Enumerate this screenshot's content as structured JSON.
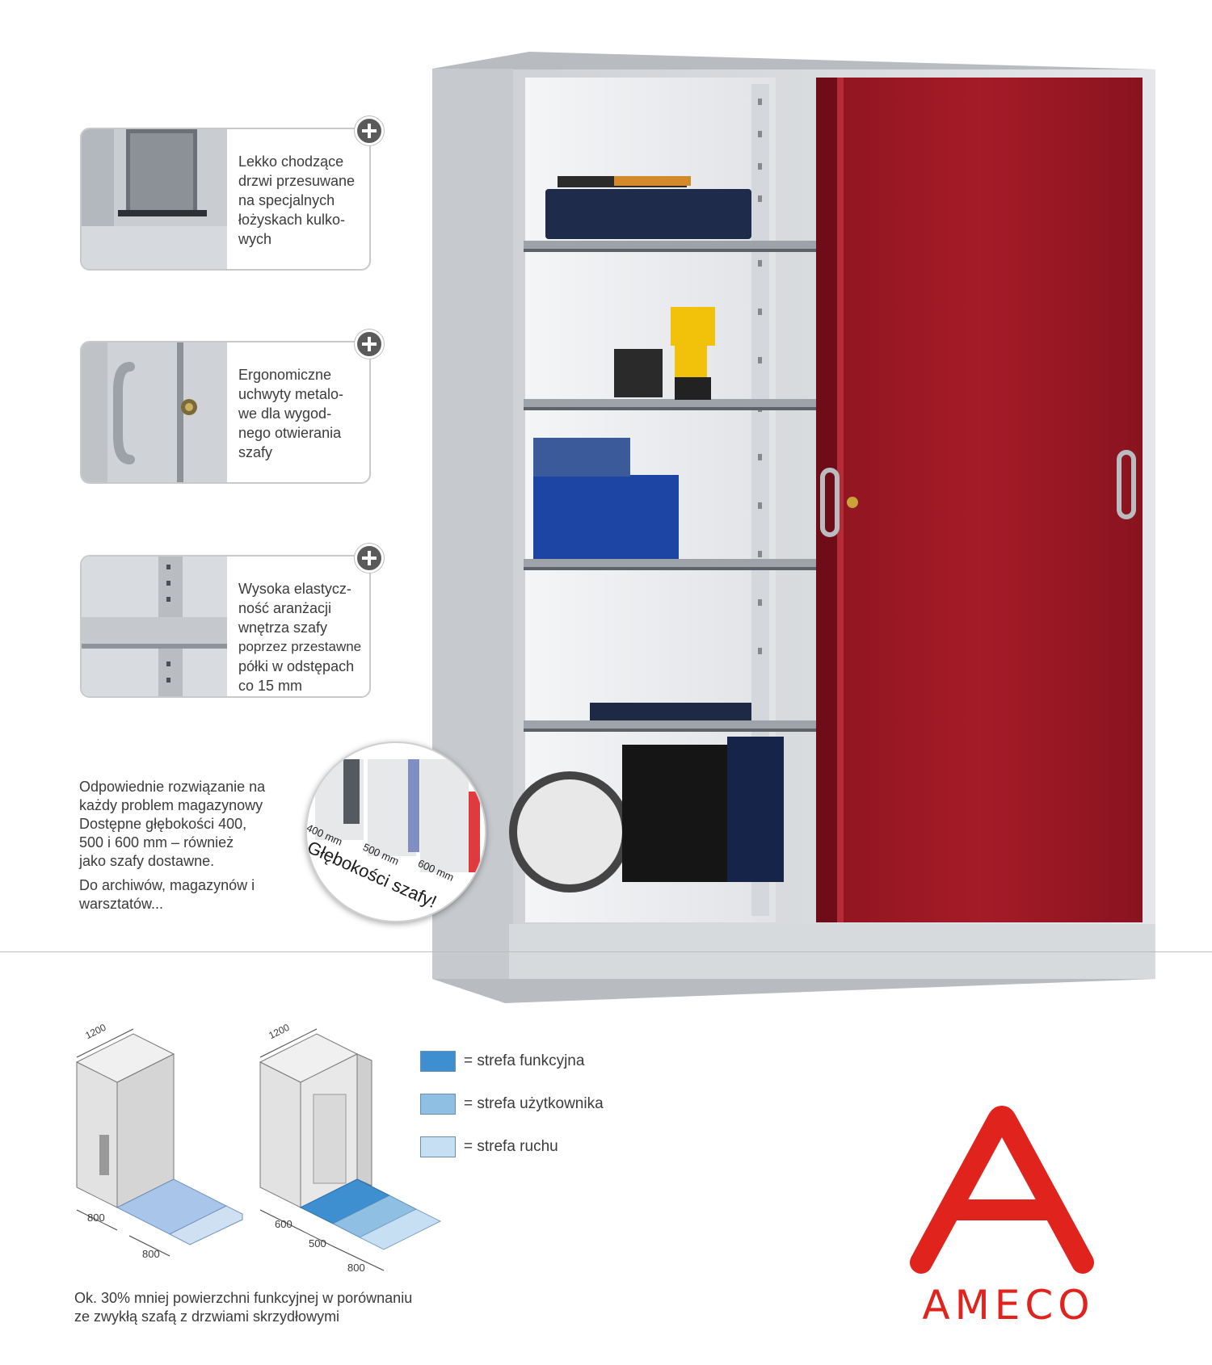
{
  "features": [
    {
      "text_lines": [
        "Lekko chodzące",
        "drzwi przesuwane",
        "na specjalnych",
        "łożyskach kulko-",
        "wych"
      ],
      "icon": "plus-icon"
    },
    {
      "text_lines": [
        "Ergonomiczne",
        "uchwyty metalo-",
        "we dla wygod-",
        "nego otwierania",
        "szafy"
      ],
      "icon": "plus-icon"
    },
    {
      "text_lines": [
        "Wysoka elastycz-",
        "ność aranżacji",
        "wnętrza szafy",
        "poprzez przestawne",
        "półki w odstępach",
        "co 15 mm"
      ],
      "icon": "plus-icon"
    }
  ],
  "intro": {
    "lines": [
      "Odpowiednie rozwiązanie na",
      "każdy problem magazynowy",
      "Dostępne głębokości 400,",
      "500 i 600 mm – również",
      "jako szafy dostawne."
    ],
    "lines2": [
      "Do archiwów, magazynów i",
      "warsztatów..."
    ]
  },
  "depth_badge": {
    "labels": [
      "400 mm",
      "500 mm",
      "600 mm"
    ],
    "title": "Głębokości szafy!"
  },
  "diagrams": {
    "left": {
      "width": "1200",
      "dims": [
        "800",
        "800"
      ]
    },
    "right": {
      "width": "1200",
      "dims": [
        "600",
        "500",
        "800"
      ]
    }
  },
  "legend": [
    {
      "label": "= strefa funkcyjna",
      "color": "#3e8fd0"
    },
    {
      "label": "= strefa użytkownika",
      "color": "#8fbfe3"
    },
    {
      "label": "= strefa ruchu",
      "color": "#c7dff2"
    }
  ],
  "caption_lines": [
    "Ok. 30% mniej powierzchni funkcyjnej w porównaniu",
    "ze zwykłą szafą z drzwiami skrzydłowymi"
  ],
  "brand": {
    "name": "AMECO",
    "color": "#e0231c"
  }
}
